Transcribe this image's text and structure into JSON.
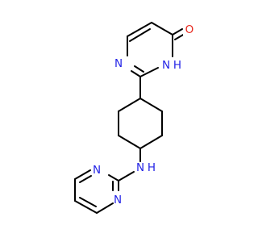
{
  "molecule": {
    "atoms": {
      "o_carbonyl": {
        "label": "O",
        "color": "#e8261c"
      },
      "n_amide": {
        "label": "N",
        "color": "#2323e6"
      },
      "h_amide": {
        "label": "H",
        "color": "#2323e6"
      },
      "n_ring3": {
        "label": "N",
        "color": "#2323e6"
      },
      "n_amine": {
        "label": "N",
        "color": "#2323e6"
      },
      "h_amine": {
        "label": "H",
        "color": "#2323e6"
      },
      "n_pyr_a": {
        "label": "N",
        "color": "#2323e6"
      },
      "n_pyr_b": {
        "label": "N",
        "color": "#2323e6"
      }
    },
    "bond_color": "#000000",
    "background": "#ffffff"
  }
}
